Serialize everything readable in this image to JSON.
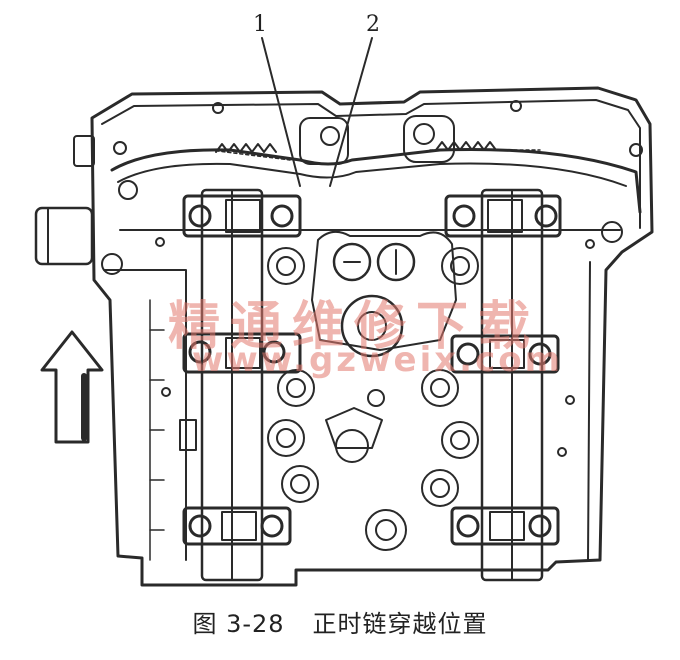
{
  "callouts": {
    "label_1": "1",
    "label_2": "2"
  },
  "watermark": {
    "site_name": "精通维修下载",
    "url": "www.gzweix.com"
  },
  "caption": {
    "figure_number": "图 3-28",
    "title": "正时链穿越位置"
  },
  "colors": {
    "ink": "#2a2a2a",
    "watermark": "#e1786e"
  }
}
